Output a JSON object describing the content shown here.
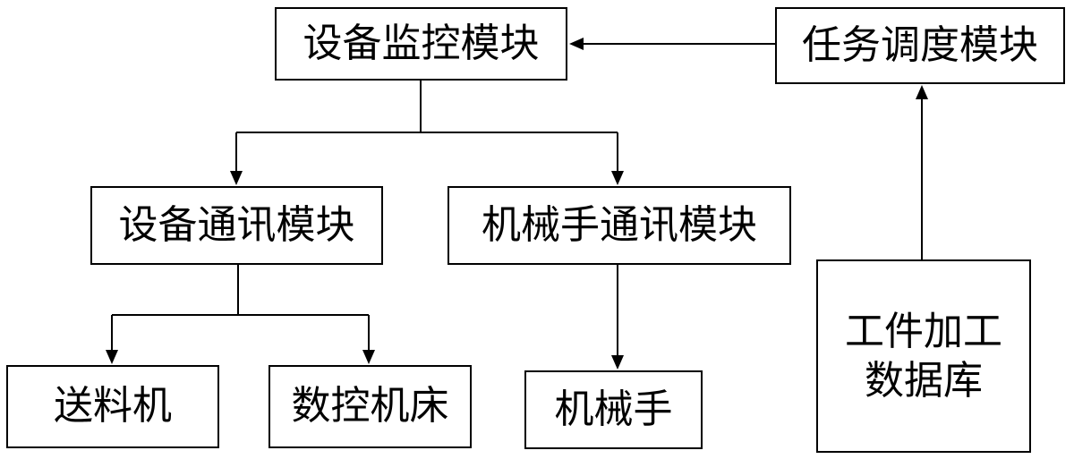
{
  "nodes": {
    "device_monitoring_module": "设备监控模块",
    "task_scheduling_module": "任务调度模块",
    "device_communication_module": "设备通讯模块",
    "robot_arm_communication_module": "机械手通讯模块",
    "feeder": "送料机",
    "cnc_machine": "数控机床",
    "robot_arm": "机械手",
    "workpiece_db_line1": "工件加工",
    "workpiece_db_line2": "数据库"
  },
  "edges": [
    {
      "from": "task_scheduling_module",
      "to": "device_monitoring_module"
    },
    {
      "from": "device_monitoring_module",
      "to": "device_communication_module"
    },
    {
      "from": "device_monitoring_module",
      "to": "robot_arm_communication_module"
    },
    {
      "from": "device_communication_module",
      "to": "feeder"
    },
    {
      "from": "device_communication_module",
      "to": "cnc_machine"
    },
    {
      "from": "robot_arm_communication_module",
      "to": "robot_arm"
    },
    {
      "from": "workpiece_processing_database",
      "to": "task_scheduling_module"
    }
  ]
}
